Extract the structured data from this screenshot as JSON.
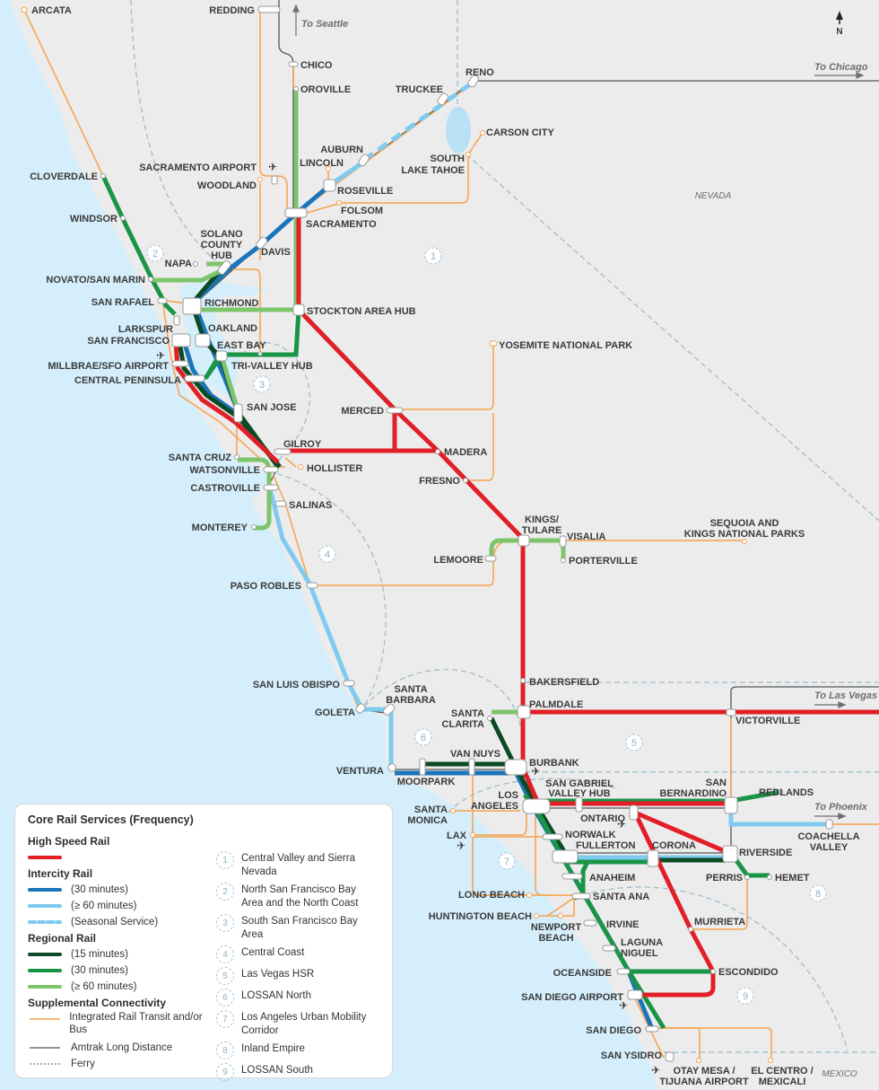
{
  "map": {
    "compass": "N",
    "directions": {
      "seattle": "To Seattle",
      "chicago": "To Chicago",
      "las_vegas": "To Las Vegas",
      "phoenix": "To Phoenix"
    },
    "states": {
      "nevada": "NEVADA",
      "mexico": "MEXICO"
    },
    "colors": {
      "land": "#ececec",
      "water": "#d4eefb",
      "high_speed": "#e21e26",
      "intercity_30": "#1b75bb",
      "intercity_60": "#7fcbf0",
      "regional_15": "#0b4a24",
      "regional_30": "#1a9447",
      "regional_60": "#7dc46b",
      "supplemental": "#f6a24a",
      "amtrak": "#555555"
    },
    "stations": {
      "arcata": "ARCATA",
      "redding": "REDDING",
      "chico": "CHICO",
      "oroville": "OROVILLE",
      "truckee": "TRUCKEE",
      "reno": "RENO",
      "carson_city": "CARSON CITY",
      "south_lake_tahoe_1": "SOUTH",
      "south_lake_tahoe_2": "LAKE TAHOE",
      "auburn": "AUBURN",
      "lincoln": "LINCOLN",
      "roseville": "ROSEVILLE",
      "folsom": "FOLSOM",
      "sacramento": "SACRAMENTO",
      "sacramento_airport": "SACRAMENTO AIRPORT",
      "woodland": "WOODLAND",
      "cloverdale": "CLOVERDALE",
      "windsor": "WINDSOR",
      "solano_1": "SOLANO",
      "solano_2": "COUNTY",
      "solano_3": "HUB",
      "davis": "DAVIS",
      "napa": "NAPA",
      "novato": "NOVATO/SAN MARIN",
      "san_rafael": "SAN RAFAEL",
      "richmond": "RICHMOND",
      "stockton": "STOCKTON AREA HUB",
      "larkspur": "LARKSPUR",
      "oakland": "OAKLAND",
      "san_francisco": "SAN FRANCISCO",
      "east_bay": "EAST BAY",
      "millbrae": "MILLBRAE/SFO AIRPORT",
      "tri_valley": "TRI-VALLEY HUB",
      "central_peninsula": "CENTRAL PENINSULA",
      "yosemite": "YOSEMITE NATIONAL PARK",
      "san_jose": "SAN JOSE",
      "merced": "MERCED",
      "gilroy": "GILROY",
      "madera": "MADERA",
      "santa_cruz": "SANTA CRUZ",
      "hollister": "HOLLISTER",
      "watsonville": "WATSONVILLE",
      "fresno": "FRESNO",
      "castroville": "CASTROVILLE",
      "salinas": "SALINAS",
      "kings_1": "KINGS/",
      "kings_2": "TULARE",
      "visalia": "VISALIA",
      "sequoia_1": "SEQUOIA AND",
      "sequoia_2": "KINGS NATIONAL PARKS",
      "monterey": "MONTEREY",
      "lemoore": "LEMOORE",
      "porterville": "PORTERVILLE",
      "paso_robles": "PASO ROBLES",
      "bakersfield": "BAKERSFIELD",
      "san_luis_obispo": "SAN LUIS OBISPO",
      "santa_barbara_1": "SANTA",
      "santa_barbara_2": "BARBARA",
      "palmdale": "PALMDALE",
      "goleta": "GOLETA",
      "santa_clarita_1": "SANTA",
      "santa_clarita_2": "CLARITA",
      "victorville": "VICTORVILLE",
      "van_nuys": "VAN NUYS",
      "burbank": "BURBANK",
      "ventura": "VENTURA",
      "moorpark": "MOORPARK",
      "sgv_1": "SAN GABRIEL",
      "sgv_2": "VALLEY HUB",
      "san_bern_1": "SAN",
      "san_bern_2": "BERNARDINO",
      "redlands": "REDLANDS",
      "la_1": "LOS",
      "la_2": "ANGELES",
      "santa_monica_1": "SANTA",
      "santa_monica_2": "MONICA",
      "ontario": "ONTARIO",
      "coachella_1": "COACHELLA",
      "coachella_2": "VALLEY",
      "lax": "LAX",
      "norwalk": "NORWALK",
      "fullerton": "FULLERTON",
      "corona": "CORONA",
      "riverside": "RIVERSIDE",
      "perris": "PERRIS",
      "hemet": "HEMET",
      "anaheim": "ANAHEIM",
      "long_beach": "LONG BEACH",
      "santa_ana": "SANTA ANA",
      "huntington_beach": "HUNTINGTON BEACH",
      "newport_1": "NEWPORT",
      "newport_2": "BEACH",
      "irvine": "IRVINE",
      "murrieta": "MURRIETA",
      "laguna_1": "LAGUNA",
      "laguna_2": "NIGUEL",
      "oceanside": "OCEANSIDE",
      "escondido": "ESCONDIDO",
      "san_diego_airport": "SAN DIEGO AIRPORT",
      "san_diego": "SAN DIEGO",
      "san_ysidro": "SAN YSIDRO",
      "otay_1": "OTAY MESA /",
      "otay_2": "TIJUANA AIRPORT",
      "el_centro_1": "EL CENTRO /",
      "el_centro_2": "MEXICALI"
    },
    "region_markers": [
      "1",
      "2",
      "3",
      "4",
      "5",
      "6",
      "7",
      "8",
      "9"
    ]
  },
  "legend": {
    "title": "Core Rail Services (Frequency)",
    "high_speed": {
      "heading": "High Speed Rail"
    },
    "intercity": {
      "heading": "Intercity Rail",
      "items": [
        "(30 minutes)",
        "(≥ 60 minutes)",
        "(Seasonal Service)"
      ]
    },
    "regional": {
      "heading": "Regional Rail",
      "items": [
        "(15 minutes)",
        "(30 minutes)",
        "(≥ 60 minutes)"
      ]
    },
    "supplemental": {
      "heading": "Supplemental Connectivity",
      "items": [
        "Integrated Rail Transit and/or Bus",
        "Amtrak Long Distance",
        "Ferry"
      ]
    },
    "regions": [
      {
        "num": "1",
        "name": "Central Valley and Sierra Nevada"
      },
      {
        "num": "2",
        "name": "North San Francisco Bay Area and the North Coast"
      },
      {
        "num": "3",
        "name": "South San Francisco Bay Area"
      },
      {
        "num": "4",
        "name": "Central Coast"
      },
      {
        "num": "5",
        "name": "Las Vegas HSR"
      },
      {
        "num": "6",
        "name": "LOSSAN North"
      },
      {
        "num": "7",
        "name": "Los Angeles Urban Mobility Corridor"
      },
      {
        "num": "8",
        "name": "Inland Empire"
      },
      {
        "num": "9",
        "name": "LOSSAN South"
      }
    ]
  }
}
